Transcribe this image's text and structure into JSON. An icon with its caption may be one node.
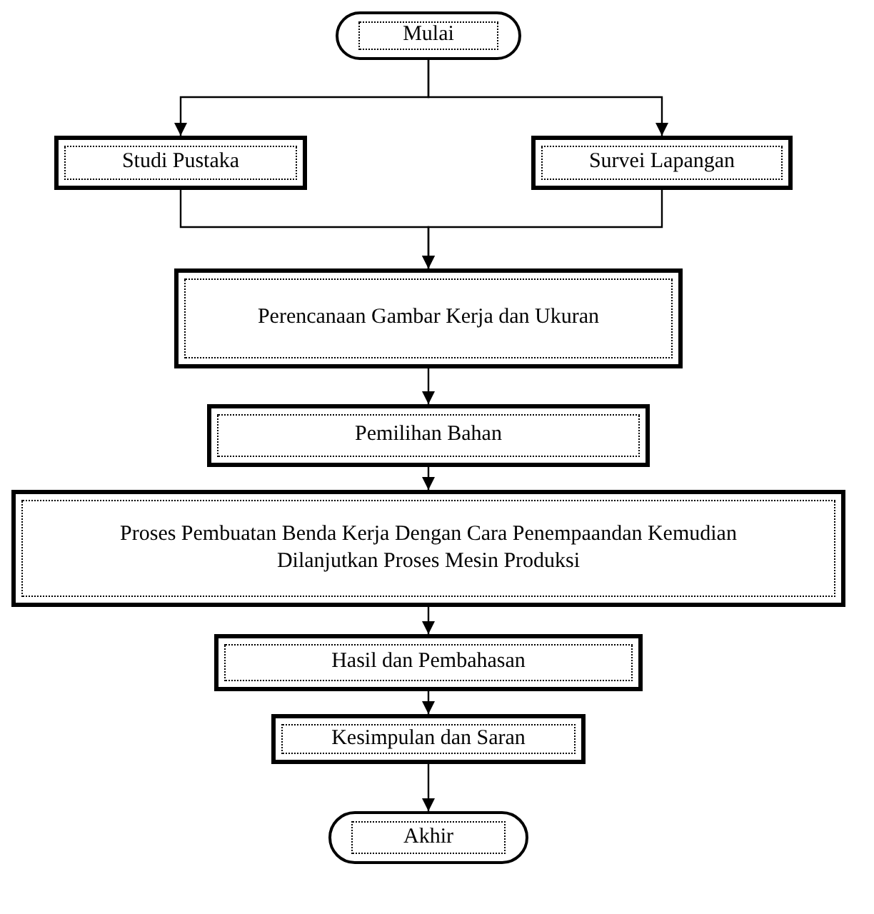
{
  "diagram": {
    "nodes": [
      {
        "text": [
          "Mulai"
        ]
      },
      {
        "text": [
          "Studi Pustaka"
        ]
      },
      {
        "text": [
          "Survei Lapangan"
        ]
      },
      {
        "text": [
          "Perencanaan Gambar Kerja dan Ukuran"
        ]
      },
      {
        "text": [
          "Pemilihan Bahan"
        ]
      },
      {
        "text": [
          "Proses Pembuatan Benda Kerja Dengan Cara Penempaandan Kemudian Dilanjutkan Proses Mesin Produksi"
        ]
      },
      {
        "text": [
          "Hasil dan Pembahasan"
        ]
      },
      {
        "text": [
          "Kesimpulan dan Saran"
        ]
      },
      {
        "text": [
          "Akhir"
        ]
      }
    ],
    "edges": [
      {
        "from": 0,
        "to": 1,
        "arrow": "to"
      },
      {
        "from": 0,
        "to": 2,
        "arrow": "to"
      },
      {
        "from": 1,
        "to": 3,
        "arrow": "to"
      },
      {
        "from": 2,
        "to": 3,
        "arrow": "to"
      },
      {
        "from": 3,
        "to": 4,
        "arrow": "to"
      },
      {
        "from": 4,
        "to": 5,
        "arrow": "to"
      },
      {
        "from": 5,
        "to": 6,
        "arrow": "to"
      },
      {
        "from": 6,
        "to": 7,
        "arrow": "to"
      },
      {
        "from": 7,
        "to": 8,
        "arrow": "to"
      }
    ]
  }
}
